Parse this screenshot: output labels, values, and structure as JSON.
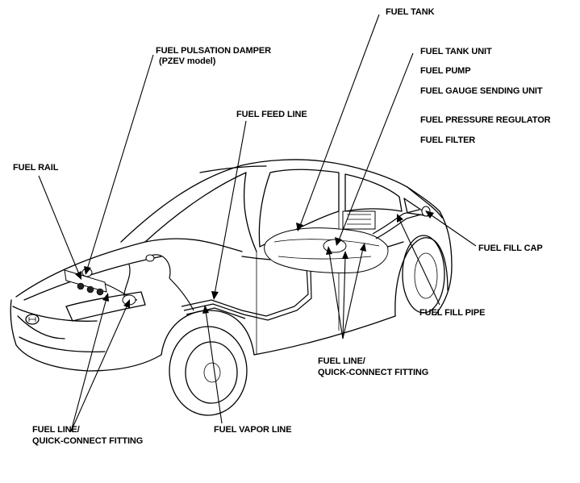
{
  "labels": {
    "fuel_tank": "FUEL TANK",
    "fuel_pulsation_damper": "FUEL PULSATION DAMPER",
    "pzev_model": "(PZEV model)",
    "fuel_tank_unit": "FUEL TANK UNIT",
    "fuel_pump": "FUEL PUMP",
    "fuel_gauge_sending_unit": "FUEL GAUGE SENDING UNIT",
    "fuel_feed_line": "FUEL FEED LINE",
    "fuel_pressure_regulator": "FUEL PRESSURE REGULATOR",
    "fuel_filter": "FUEL FILTER",
    "fuel_rail": "FUEL RAIL",
    "fuel_fill_cap": "FUEL FILL CAP",
    "fuel_fill_pipe": "FUEL FILL PIPE",
    "fuel_line_right_1": "FUEL LINE/",
    "fuel_line_right_2": "QUICK-CONNECT FITTING",
    "fuel_line_left_1": "FUEL LINE/",
    "fuel_line_left_2": "QUICK-CONNECT FITTING",
    "fuel_vapor_line": "FUEL VAPOR LINE"
  },
  "icons": {
    "car": "sedan-illustration-icon",
    "fuel_system": "fuel-system-icon"
  }
}
